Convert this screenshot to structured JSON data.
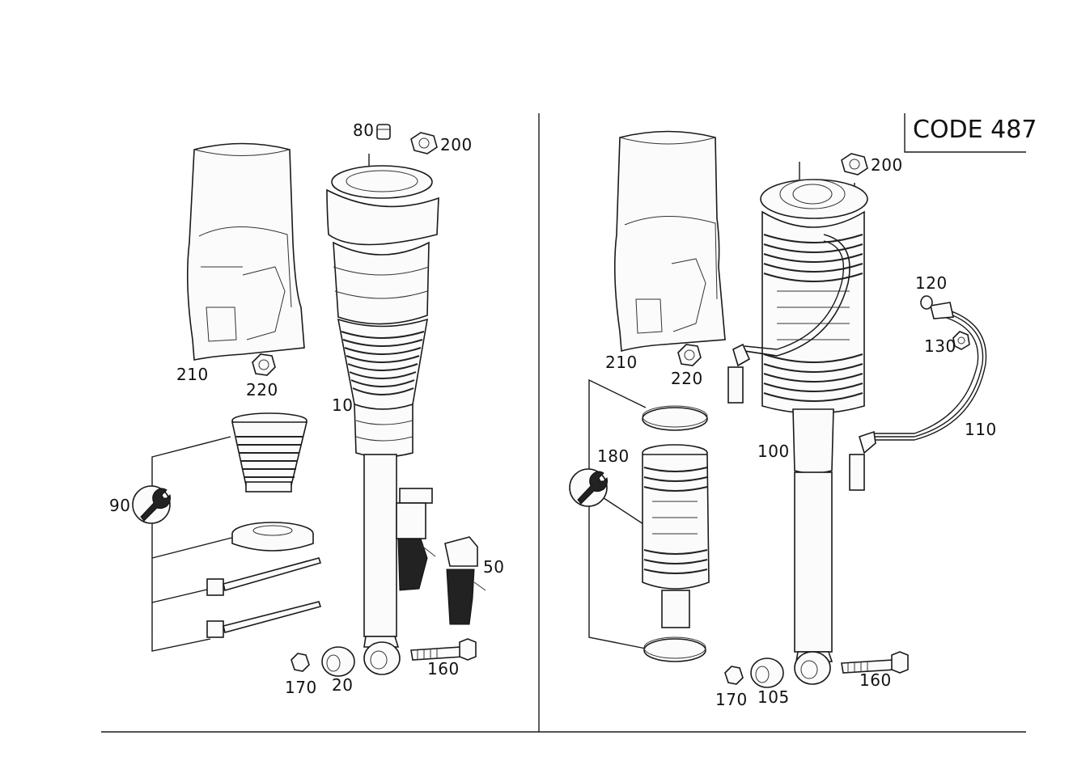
{
  "code_box": {
    "text": "CODE 487"
  },
  "labels": {
    "l10": "10",
    "l20": "20",
    "l50": "50",
    "l80": "80",
    "l90": "90",
    "l170a": "170",
    "l160a": "160",
    "l200a": "200",
    "l210a": "210",
    "l220a": "220",
    "l100": "100",
    "l105": "105",
    "l110": "110",
    "l120": "120",
    "l130": "130",
    "l160b": "160",
    "l170b": "170",
    "l180": "180",
    "l200b": "200",
    "l210b": "210",
    "l220b": "220"
  },
  "icons": {
    "kit_left": "wrench-icon",
    "kit_right": "wrench-icon"
  }
}
